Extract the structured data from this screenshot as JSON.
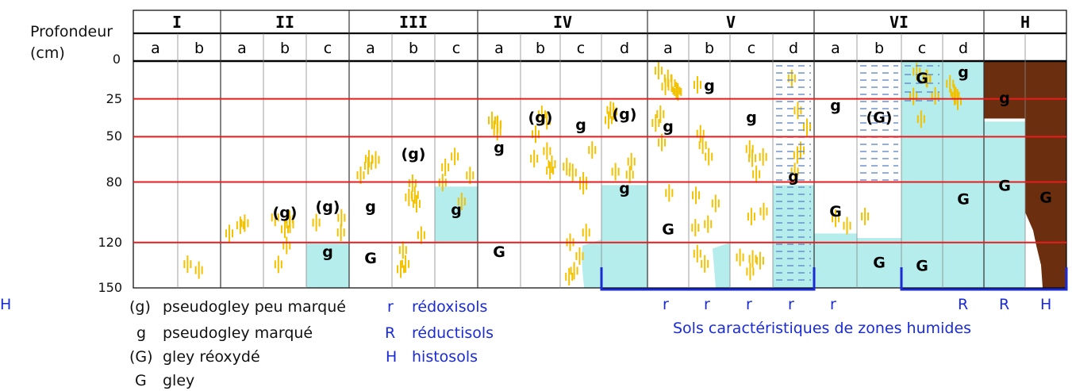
{
  "axis": {
    "title_line1": "Profondeur",
    "title_line2": "(cm)",
    "ticks": [
      {
        "label": "0",
        "depth": 0
      },
      {
        "label": "25",
        "depth": 25
      },
      {
        "label": "50",
        "depth": 50
      },
      {
        "label": "80",
        "depth": 80
      },
      {
        "label": "120",
        "depth": 120
      },
      {
        "label": "150",
        "depth": 150
      }
    ]
  },
  "classes": [
    {
      "label": "I",
      "subs": [
        "a",
        "b"
      ]
    },
    {
      "label": "II",
      "subs": [
        "a",
        "b",
        "c"
      ]
    },
    {
      "label": "III",
      "subs": [
        "a",
        "b",
        "c"
      ]
    },
    {
      "label": "IV",
      "subs": [
        "a",
        "b",
        "c",
        "d"
      ]
    },
    {
      "label": "V",
      "subs": [
        "a",
        "b",
        "c",
        "d"
      ]
    },
    {
      "label": "VI",
      "subs": [
        "a",
        "b",
        "c",
        "d"
      ]
    },
    {
      "label": "H",
      "subs": [
        "",
        ""
      ]
    }
  ],
  "profile_marks": [
    {
      "text": "(g)",
      "col": 3,
      "depth": 100
    },
    {
      "text": "(g)",
      "col": 4,
      "depth": 96
    },
    {
      "text": "g",
      "col": 5,
      "depth": 96
    },
    {
      "text": "g",
      "col": 4,
      "depth": 126
    },
    {
      "text": "G",
      "col": 5,
      "depth": 130
    },
    {
      "text": "(g)",
      "col": 6,
      "depth": 61
    },
    {
      "text": "g",
      "col": 8,
      "depth": 57
    },
    {
      "text": "g",
      "col": 7,
      "depth": 98
    },
    {
      "text": "G",
      "col": 8,
      "depth": 126
    },
    {
      "text": "(g)",
      "col": 9,
      "depth": 37
    },
    {
      "text": "g",
      "col": 10,
      "depth": 42
    },
    {
      "text": "(g)",
      "col": 11,
      "depth": 35
    },
    {
      "text": "g",
      "col": 12,
      "depth": 43
    },
    {
      "text": "g",
      "col": 11,
      "depth": 84
    },
    {
      "text": "G",
      "col": 12,
      "depth": 111
    },
    {
      "text": "g",
      "col": 13,
      "depth": 16
    },
    {
      "text": "g",
      "col": 14,
      "depth": 37
    },
    {
      "text": "g",
      "col": 15,
      "depth": 76
    },
    {
      "text": "g",
      "col": 16,
      "depth": 29
    },
    {
      "text": "G",
      "col": 16,
      "depth": 99
    },
    {
      "text": "(G)",
      "col": 17,
      "depth": 37
    },
    {
      "text": "G",
      "col": 18,
      "depth": 11
    },
    {
      "text": "g",
      "col": 19,
      "depth": 7
    },
    {
      "text": "g",
      "col": 20,
      "depth": 24
    },
    {
      "text": "G",
      "col": 19,
      "depth": 91
    },
    {
      "text": "G",
      "col": 20,
      "depth": 82
    },
    {
      "text": "G",
      "col": 21,
      "depth": 90
    },
    {
      "text": "G",
      "col": 17,
      "depth": 133
    },
    {
      "text": "G",
      "col": 18,
      "depth": 135
    }
  ],
  "mark_colors": {
    "pseudogley": "#f2c200",
    "gley": "#b5ecec",
    "histosol": "#6b2e0e",
    "water_lines": "#5a83c4",
    "depth_lines": "#e81c1c",
    "bracket": "#1a2bd6"
  },
  "legend": [
    {
      "key": "(g)",
      "desc": "pseudogley peu marqué"
    },
    {
      "key": "g",
      "desc": "pseudogley marqué"
    },
    {
      "key": "(G)",
      "desc": "gley réoxydé"
    },
    {
      "key": "G",
      "desc": "gley"
    }
  ],
  "legend_types": [
    {
      "key": "r",
      "desc": "rédoxisols"
    },
    {
      "key": "R",
      "desc": "réductisols"
    },
    {
      "key": "H",
      "desc": "histosols"
    }
  ],
  "column_codes": [
    {
      "col": 12,
      "code": "r"
    },
    {
      "col": 13,
      "code": "r"
    },
    {
      "col": 14,
      "code": "r"
    },
    {
      "col": 15,
      "code": "r"
    },
    {
      "col": 16,
      "code": "r"
    },
    {
      "col": 19,
      "code": "R"
    },
    {
      "col": 20,
      "code": "R"
    },
    {
      "col": 21,
      "code": "H"
    },
    {
      "col": 22,
      "code": "H"
    }
  ],
  "wetland_caption": "Sols caractéristiques de zones humides"
}
